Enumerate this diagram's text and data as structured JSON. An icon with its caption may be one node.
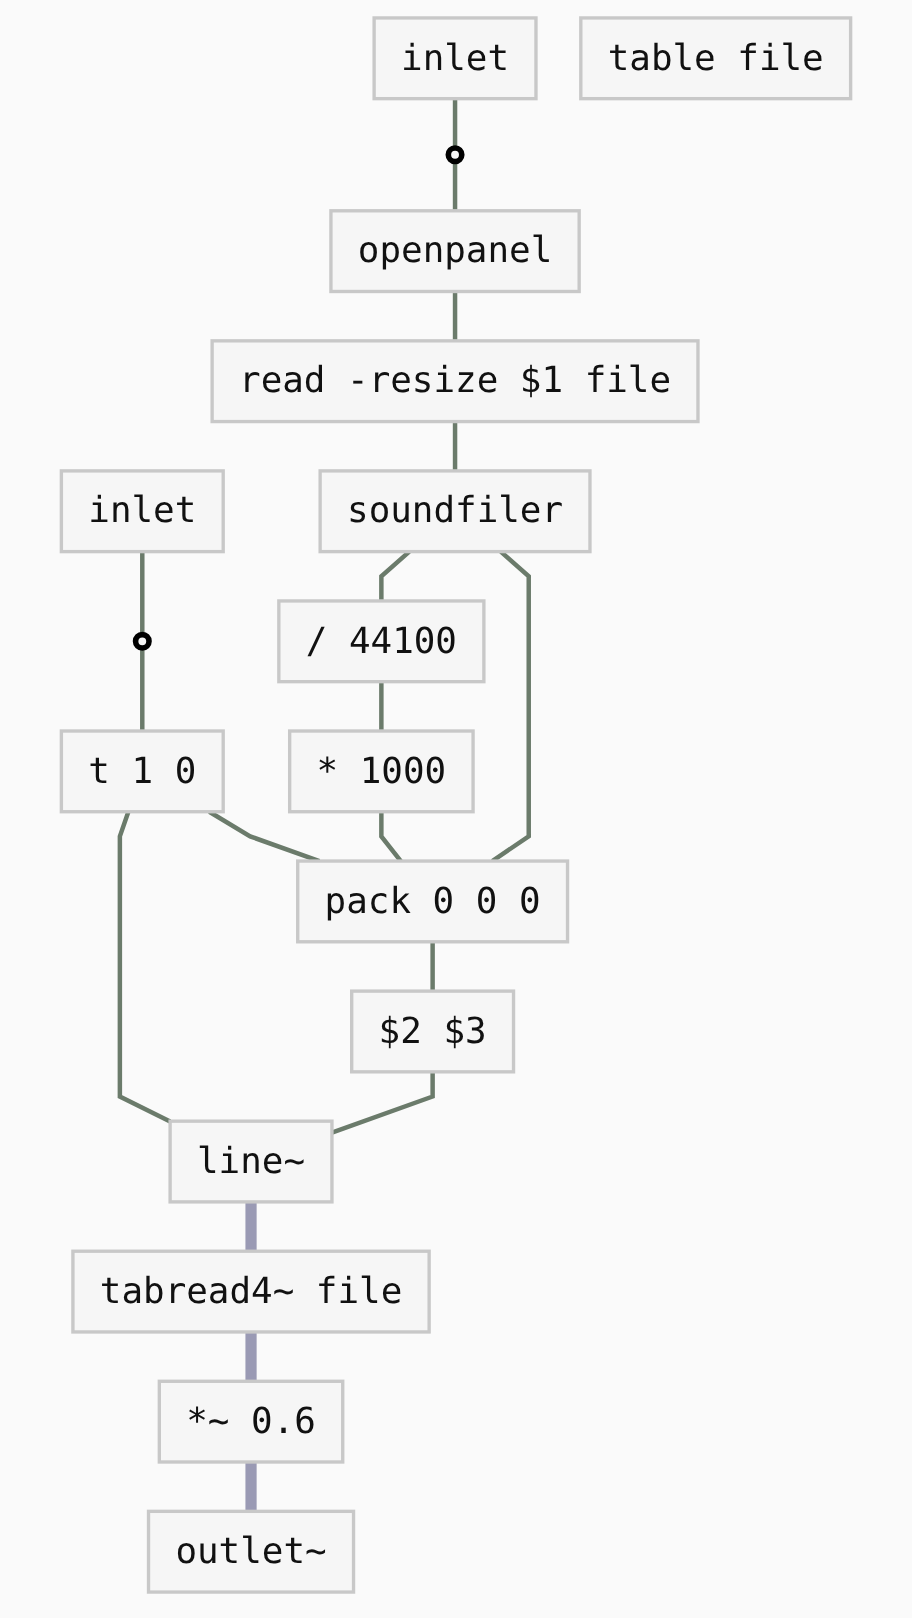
{
  "diagram": {
    "nodes": [
      {
        "text": [
          "inlet"
        ]
      },
      {
        "text": [
          "inlet"
        ]
      },
      {
        "text": [],
        "shape": "circle"
      },
      {
        "text": [
          "openpanel"
        ]
      },
      {
        "text": [
          "read -resize $1 file"
        ]
      },
      {
        "text": [
          "soundfiler"
        ]
      },
      {
        "text": [
          "/ 44100"
        ]
      },
      {
        "text": [
          "* 1000"
        ]
      },
      {
        "text": [],
        "shape": "circle"
      },
      {
        "text": [
          "t 1 0"
        ]
      },
      {
        "text": [
          "pack 0 0 0"
        ]
      },
      {
        "text": [
          "$2 $3"
        ]
      },
      {
        "text": [
          "line~"
        ]
      },
      {
        "text": [
          "tabread4~ file"
        ]
      },
      {
        "text": [
          "*~ 0.6"
        ]
      },
      {
        "text": [
          "outlet~"
        ]
      },
      {
        "text": [
          "table file"
        ]
      }
    ],
    "edges": [
      {
        "from": 0,
        "to": 8,
        "arrow": "none"
      },
      {
        "from": 1,
        "to": 2,
        "arrow": "none"
      },
      {
        "from": 2,
        "to": 3,
        "arrow": "none"
      },
      {
        "from": 3,
        "to": 4,
        "arrow": "none"
      },
      {
        "from": 4,
        "to": 5,
        "arrow": "none"
      },
      {
        "from": 5,
        "to": 10,
        "arrow": "none"
      },
      {
        "from": 5,
        "to": 6,
        "arrow": "none"
      },
      {
        "from": 6,
        "to": 7,
        "arrow": "none"
      },
      {
        "from": 7,
        "to": 10,
        "arrow": "none"
      },
      {
        "from": 8,
        "to": 9,
        "arrow": "none"
      },
      {
        "from": 9,
        "to": 10,
        "arrow": "none"
      },
      {
        "from": 9,
        "to": 12,
        "arrow": "none"
      },
      {
        "from": 10,
        "to": 11,
        "arrow": "none"
      },
      {
        "from": 11,
        "to": 12,
        "arrow": "none"
      },
      {
        "from": 12,
        "to": 13,
        "arrow": "none",
        "style": "thick",
        "color": "#9a9ab4"
      },
      {
        "from": 13,
        "to": 14,
        "arrow": "none",
        "style": "thick",
        "color": "#9a9ab4"
      },
      {
        "from": 14,
        "to": 15,
        "arrow": "none",
        "style": "thick",
        "color": "#9a9ab4"
      }
    ]
  }
}
